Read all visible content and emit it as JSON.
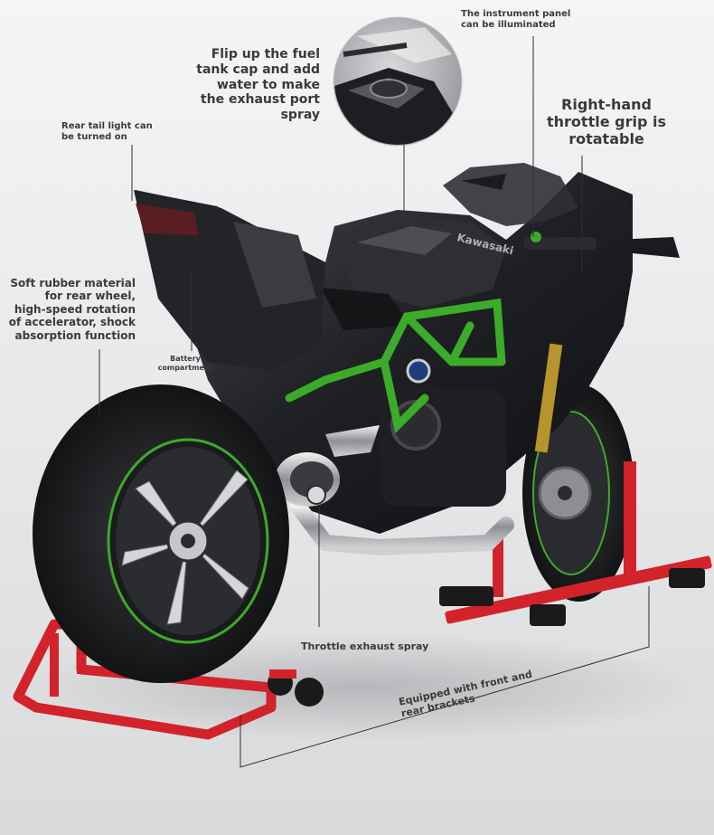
{
  "product": "motorcycle-model-kawasaki-h2r",
  "brand_decal": "Kawasaki",
  "annotations": {
    "instrument_panel": "The instrument panel\ncan be illuminated",
    "fuel_tank": "Flip up the fuel\ntank cap and add\nwater to make\nthe exhaust port\nspray",
    "throttle_grip": "Right-hand\nthrottle grip is\nrotatable",
    "tail_light": "Rear tail light can\nbe turned on",
    "rear_wheel": "Soft rubber material\nfor rear wheel,\nhigh-speed rotation\nof accelerator, shock\nabsorption function",
    "battery": "Battery\ncompartment",
    "exhaust": "Throttle exhaust spray",
    "brackets": "Equipped with front and\nrear brackets"
  },
  "colors": {
    "frame_green": "#3cab2a",
    "stand_red": "#d2232a",
    "body_black": "#1c1d20",
    "text": "#3a3a3a"
  }
}
